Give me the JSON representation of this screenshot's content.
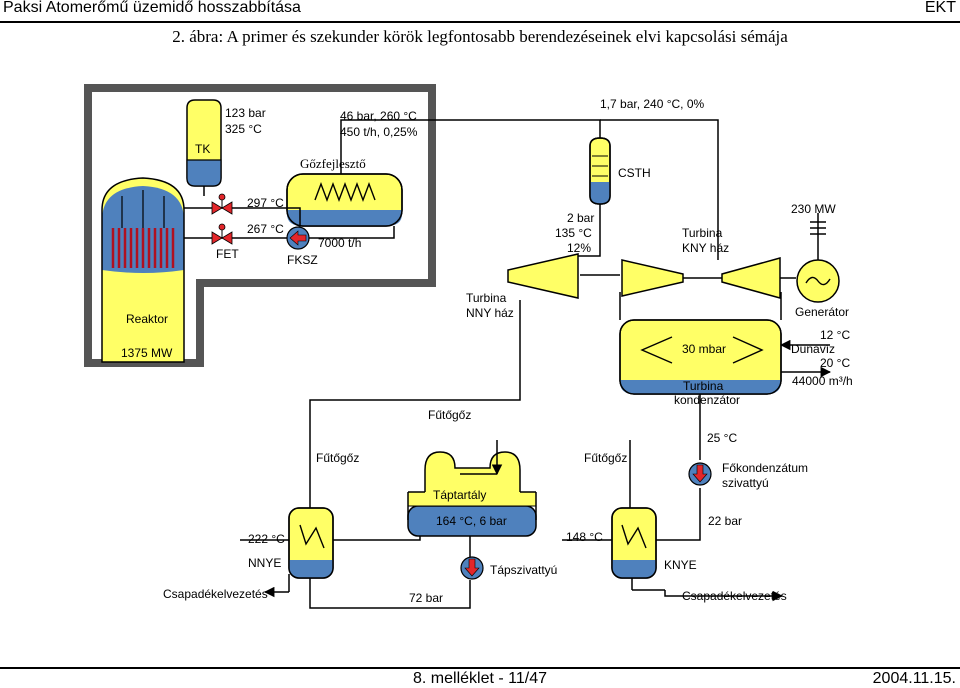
{
  "header": {
    "left": "Paksi Atomerőmű üzemidő hosszabbítása",
    "right": "EKT"
  },
  "title": "2. ábra: A primer és szekunder körök legfontosabb berendezéseinek elvi kapcsolási sémája",
  "footer": {
    "center": "8. melléklet - 11/47",
    "right": "2004.11.15."
  },
  "labels": {
    "tk": "TK",
    "tk_p": "123 bar",
    "tk_t": "325 °C",
    "sg_p": "46 bar, 260 °C",
    "sg_f": "450 t/h, 0,25%",
    "sg": "Gőzfejlesztő",
    "csth_p": "1,7 bar, 240 °C, 0%",
    "csth": "CSTH",
    "t297": "297 °C",
    "t267": "267 °C",
    "fet": "FET",
    "fksz": "FKSZ",
    "flow7000": "7000 t/h",
    "mid_p": "2 bar",
    "mid_t": "135 °C",
    "mid_x": "12%",
    "kny1": "Turbina",
    "kny2": "KNY ház",
    "mw230": "230 MW",
    "reaktor": "Reaktor",
    "mw1375": "1375 MW",
    "nny1": "Turbina",
    "nny2": "NNY ház",
    "generator": "Generátor",
    "mbar": "30 mbar",
    "cond1": "Turbina",
    "cond2": "kondenzátor",
    "c12": "12 °C",
    "dunaviz": "Dunavíz",
    "c20": "20 °C",
    "m3h": "44000 m³/h",
    "futogoz_top": "Fűtőgőz",
    "c25": "25 °C",
    "futogoz_left": "Fűtőgőz",
    "futogoz_right": "Fűtőgőz",
    "fokond1": "Főkondenzátum",
    "fokond2": "szivattyú",
    "taptartaly": "Táptartály",
    "c164": "164 °C, 6 bar",
    "bar22": "22 bar",
    "c222": "222 °C",
    "c148": "148 °C",
    "nnye": "NNYE",
    "knye": "KNYE",
    "tapszivattyu": "Tápszivattyú",
    "csap_left": "Csapadékelvezetés",
    "bar72": "72 bar",
    "csap_right": "Csapadékelvezetés"
  },
  "colors": {
    "fill": "#ffff66",
    "blue": "#4f81bd",
    "red": "#e3262a",
    "navy": "#1f3a8a",
    "frame": "#555555"
  }
}
